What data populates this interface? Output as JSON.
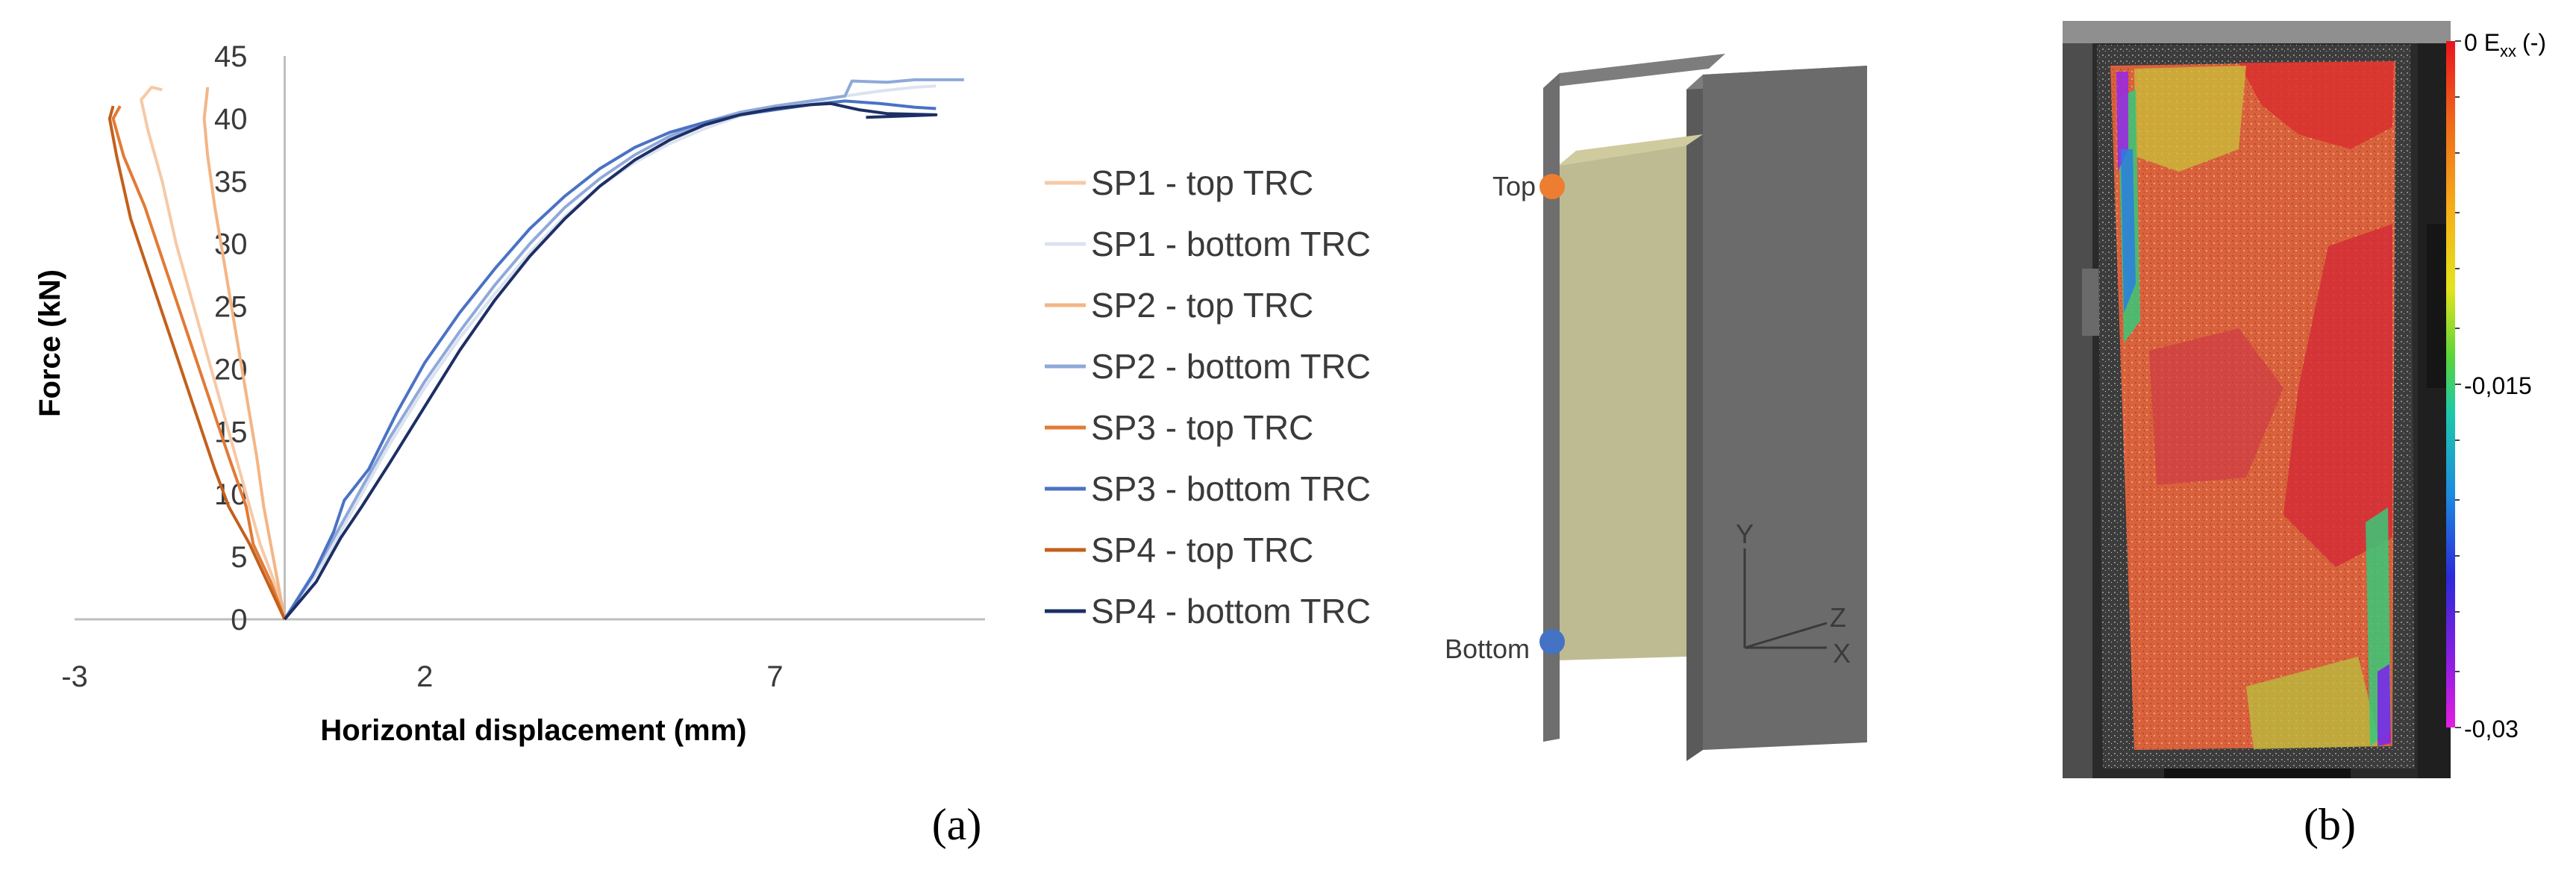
{
  "chart_data": {
    "type": "line",
    "xlabel": "Horizontal displacement (mm)",
    "ylabel": "Force (kN)",
    "xlim": [
      -3,
      10
    ],
    "ylim": [
      0,
      45
    ],
    "xticks": [
      "-3",
      "2",
      "7"
    ],
    "xtick_values": [
      -3,
      2,
      7
    ],
    "yticks": [
      "0",
      "5",
      "10",
      "15",
      "20",
      "25",
      "30",
      "35",
      "40",
      "45"
    ],
    "ytick_values": [
      0,
      5,
      10,
      15,
      20,
      25,
      30,
      35,
      40,
      45
    ],
    "legend_position": "right",
    "series": [
      {
        "name": "SP1 - top TRC",
        "color": "#f6c9a6",
        "points": [
          [
            0,
            0
          ],
          [
            -0.15,
            3
          ],
          [
            -0.35,
            6
          ],
          [
            -0.55,
            10
          ],
          [
            -0.8,
            15
          ],
          [
            -1.05,
            20
          ],
          [
            -1.3,
            25
          ],
          [
            -1.55,
            30
          ],
          [
            -1.75,
            35
          ],
          [
            -1.95,
            39
          ],
          [
            -2.05,
            41.5
          ],
          [
            -1.9,
            42.5
          ],
          [
            -1.75,
            42.3
          ]
        ]
      },
      {
        "name": "SP1 - bottom TRC",
        "color": "#dbe3f1",
        "points": [
          [
            0,
            0
          ],
          [
            0.5,
            4
          ],
          [
            1,
            9
          ],
          [
            1.5,
            14
          ],
          [
            2,
            18.5
          ],
          [
            2.5,
            22.5
          ],
          [
            3,
            26
          ],
          [
            3.5,
            29.3
          ],
          [
            4,
            32.2
          ],
          [
            4.5,
            34.6
          ],
          [
            5,
            36.5
          ],
          [
            5.5,
            38
          ],
          [
            6,
            39.2
          ],
          [
            6.5,
            40.2
          ],
          [
            7,
            40.8
          ],
          [
            7.5,
            41.3
          ],
          [
            8,
            41.8
          ],
          [
            8.5,
            42.2
          ],
          [
            9,
            42.5
          ],
          [
            9.3,
            42.6
          ]
        ]
      },
      {
        "name": "SP2 - top TRC",
        "color": "#f3b585",
        "points": [
          [
            0,
            0
          ],
          [
            -0.1,
            3
          ],
          [
            -0.2,
            6
          ],
          [
            -0.3,
            9
          ],
          [
            -0.4,
            13
          ],
          [
            -0.55,
            18
          ],
          [
            -0.7,
            23
          ],
          [
            -0.85,
            28
          ],
          [
            -1.0,
            33
          ],
          [
            -1.1,
            37
          ],
          [
            -1.15,
            40
          ],
          [
            -1.1,
            42.5
          ]
        ]
      },
      {
        "name": "SP2 - bottom TRC",
        "color": "#8fa9d9",
        "points": [
          [
            0,
            0
          ],
          [
            0.5,
            4.5
          ],
          [
            1,
            9.5
          ],
          [
            1.5,
            14.5
          ],
          [
            2,
            19
          ],
          [
            2.5,
            23
          ],
          [
            3,
            26.7
          ],
          [
            3.5,
            30
          ],
          [
            4,
            32.9
          ],
          [
            4.5,
            35.2
          ],
          [
            5,
            37.1
          ],
          [
            5.5,
            38.6
          ],
          [
            6,
            39.7
          ],
          [
            6.5,
            40.5
          ],
          [
            7,
            41
          ],
          [
            7.5,
            41.4
          ],
          [
            8,
            41.8
          ],
          [
            8.1,
            43
          ],
          [
            8.6,
            42.9
          ],
          [
            9,
            43.1
          ],
          [
            9.7,
            43.1
          ]
        ]
      },
      {
        "name": "SP3 - top TRC",
        "color": "#e27a36",
        "points": [
          [
            0,
            0
          ],
          [
            -0.2,
            3
          ],
          [
            -0.45,
            6
          ],
          [
            -0.55,
            9
          ],
          [
            -0.8,
            13
          ],
          [
            -1.1,
            18
          ],
          [
            -1.4,
            23
          ],
          [
            -1.7,
            28
          ],
          [
            -2.0,
            33
          ],
          [
            -2.3,
            37
          ],
          [
            -2.45,
            40
          ],
          [
            -2.35,
            41
          ]
        ]
      },
      {
        "name": "SP3 - bottom TRC",
        "color": "#4a72c4",
        "points": [
          [
            0,
            0
          ],
          [
            0.4,
            3.5
          ],
          [
            0.7,
            7
          ],
          [
            0.85,
            9.5
          ],
          [
            1.2,
            12
          ],
          [
            1.6,
            16.5
          ],
          [
            2,
            20.5
          ],
          [
            2.5,
            24.5
          ],
          [
            3,
            28
          ],
          [
            3.5,
            31.2
          ],
          [
            4,
            33.8
          ],
          [
            4.5,
            36
          ],
          [
            5,
            37.7
          ],
          [
            5.5,
            38.9
          ],
          [
            6,
            39.7
          ],
          [
            6.5,
            40.3
          ],
          [
            7,
            40.7
          ],
          [
            7.5,
            41.1
          ],
          [
            8,
            41.4
          ],
          [
            8.5,
            41.2
          ],
          [
            9,
            40.9
          ],
          [
            9.3,
            40.8
          ]
        ]
      },
      {
        "name": "SP4 - top TRC",
        "color": "#c3601c",
        "points": [
          [
            0,
            0
          ],
          [
            -0.25,
            3
          ],
          [
            -0.5,
            6
          ],
          [
            -0.8,
            9
          ],
          [
            -1.0,
            12
          ],
          [
            -1.3,
            17
          ],
          [
            -1.6,
            22
          ],
          [
            -1.9,
            27
          ],
          [
            -2.2,
            32
          ],
          [
            -2.4,
            37
          ],
          [
            -2.5,
            40
          ],
          [
            -2.45,
            41
          ]
        ]
      },
      {
        "name": "SP4 - bottom TRC",
        "color": "#1d2f64",
        "points": [
          [
            0,
            0
          ],
          [
            0.45,
            3
          ],
          [
            0.8,
            6.5
          ],
          [
            1.1,
            9
          ],
          [
            1.5,
            12.5
          ],
          [
            2,
            17
          ],
          [
            2.5,
            21.5
          ],
          [
            3,
            25.5
          ],
          [
            3.5,
            29
          ],
          [
            4,
            32
          ],
          [
            4.5,
            34.6
          ],
          [
            5,
            36.7
          ],
          [
            5.5,
            38.3
          ],
          [
            6,
            39.5
          ],
          [
            6.5,
            40.3
          ],
          [
            7,
            40.8
          ],
          [
            7.5,
            41.1
          ],
          [
            7.8,
            41.2
          ],
          [
            8.2,
            40.7
          ],
          [
            8.6,
            40.4
          ],
          [
            9.3,
            40.3
          ],
          [
            8.3,
            40.1
          ]
        ]
      }
    ]
  },
  "diagram": {
    "top_label": "Top",
    "bottom_label": "Bottom",
    "axis_y": "Y",
    "axis_z": "Z",
    "axis_x": "X",
    "top_color": "#ed7d31",
    "bottom_color": "#4472c4",
    "plate_color": "#6b6b6b",
    "infill_color": "#b9b58a"
  },
  "colorbar": {
    "label_top_main": "0 E",
    "label_top_sub": "xx",
    "label_top_unit": "(-)",
    "label_mid": "-0,015",
    "label_bottom": "-0,03"
  },
  "panels": {
    "label_a": "(a)",
    "label_b": "(b)"
  }
}
